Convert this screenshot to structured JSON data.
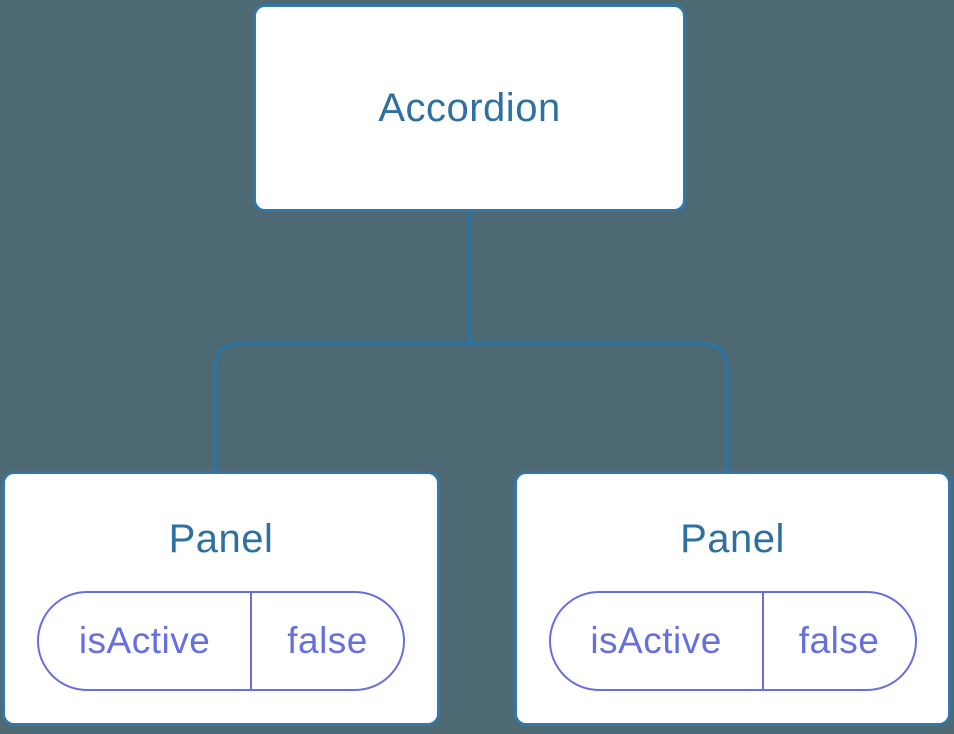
{
  "tree": {
    "root": {
      "label": "Accordion"
    },
    "children": [
      {
        "label": "Panel",
        "state": {
          "name": "isActive",
          "value": "false"
        }
      },
      {
        "label": "Panel",
        "state": {
          "name": "isActive",
          "value": "false"
        }
      }
    ]
  },
  "colors": {
    "background": "#4D6973",
    "node_fill": "#FFFFFF",
    "node_border": "#3476A6",
    "node_text": "#2E709F",
    "connector": "#2F73A3",
    "state_accent": "#6570DE"
  }
}
